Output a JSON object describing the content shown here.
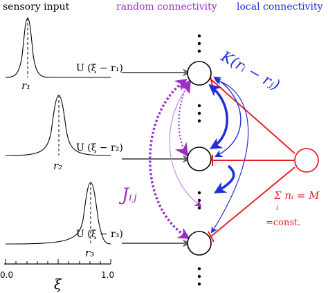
{
  "headers": {
    "sensory": "sensory input",
    "random": "random connectivity",
    "local": "local connectivity"
  },
  "inputs": {
    "u1": "U (ξ − r₁)",
    "u2": "U (ξ − r₂)",
    "u3": "U (ξ − r₃)",
    "r1": "r₁",
    "r2": "r₂",
    "r3": "r₃"
  },
  "axis": {
    "tick_min": "0.0",
    "tick_max": "1.0",
    "label": "ξ"
  },
  "labels": {
    "kernel": "K(rᵢ − rⱼ)",
    "jij": "Jᵢⱼ",
    "constraint": "Σ nᵢ = M",
    "constraint_index": "i",
    "const": "=const."
  },
  "colors": {
    "random": "#9b30c8",
    "local": "#1e2fd6",
    "inhibition": "#e8202a",
    "input_arrow": "#666666",
    "text": "#000000"
  }
}
